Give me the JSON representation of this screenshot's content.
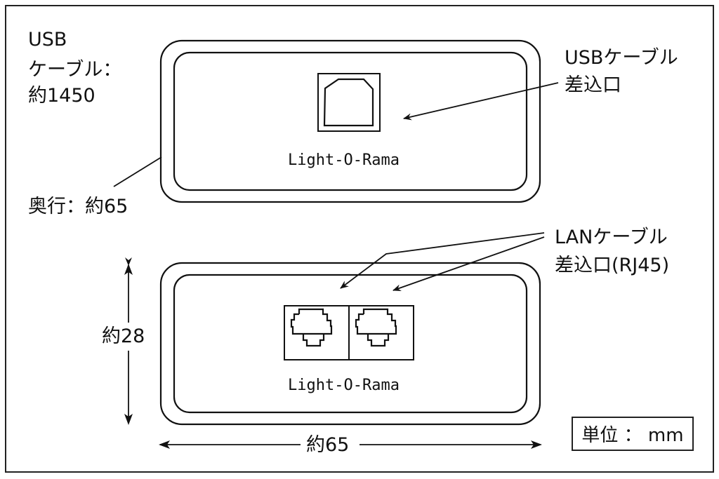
{
  "diagram": {
    "top_view": {
      "device_label": "Light-O-Rama",
      "port": "usb-b-port-icon"
    },
    "front_view": {
      "device_label": "Light-O-Rama",
      "ports": [
        "rj45-port-icon",
        "rj45-port-icon"
      ]
    },
    "labels": {
      "usb_cable_line1": "USB",
      "usb_cable_line2": "ケーブル：",
      "usb_cable_line3": "約1450",
      "depth": "奥行：約65",
      "usb_port_line1": "USBケーブル",
      "usb_port_line2": "差込口",
      "lan_port_line1": "LANケーブル",
      "lan_port_line2": "差込口(RJ45)",
      "height": "約28",
      "width": "約65",
      "unit": "単位 ： mm"
    }
  }
}
